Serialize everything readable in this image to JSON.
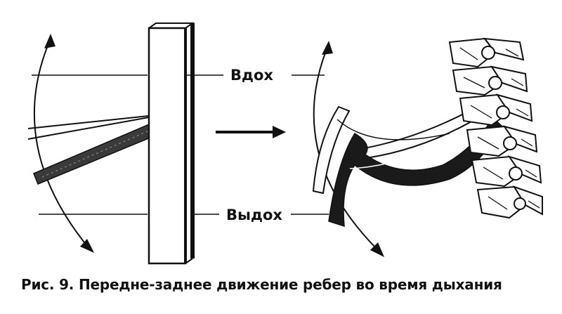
{
  "labels": {
    "inhale": "Вдох",
    "exhale": "Выдох"
  },
  "caption": "Рис. 9. Передне-заднее движение ребер во время дыхания",
  "icons": {
    "left_model": "rib-lever-model-icon",
    "transition": "right-arrow-icon",
    "right_model": "spine-ribs-icon"
  },
  "colors": {
    "ink": "#111111",
    "paper": "#ffffff"
  }
}
